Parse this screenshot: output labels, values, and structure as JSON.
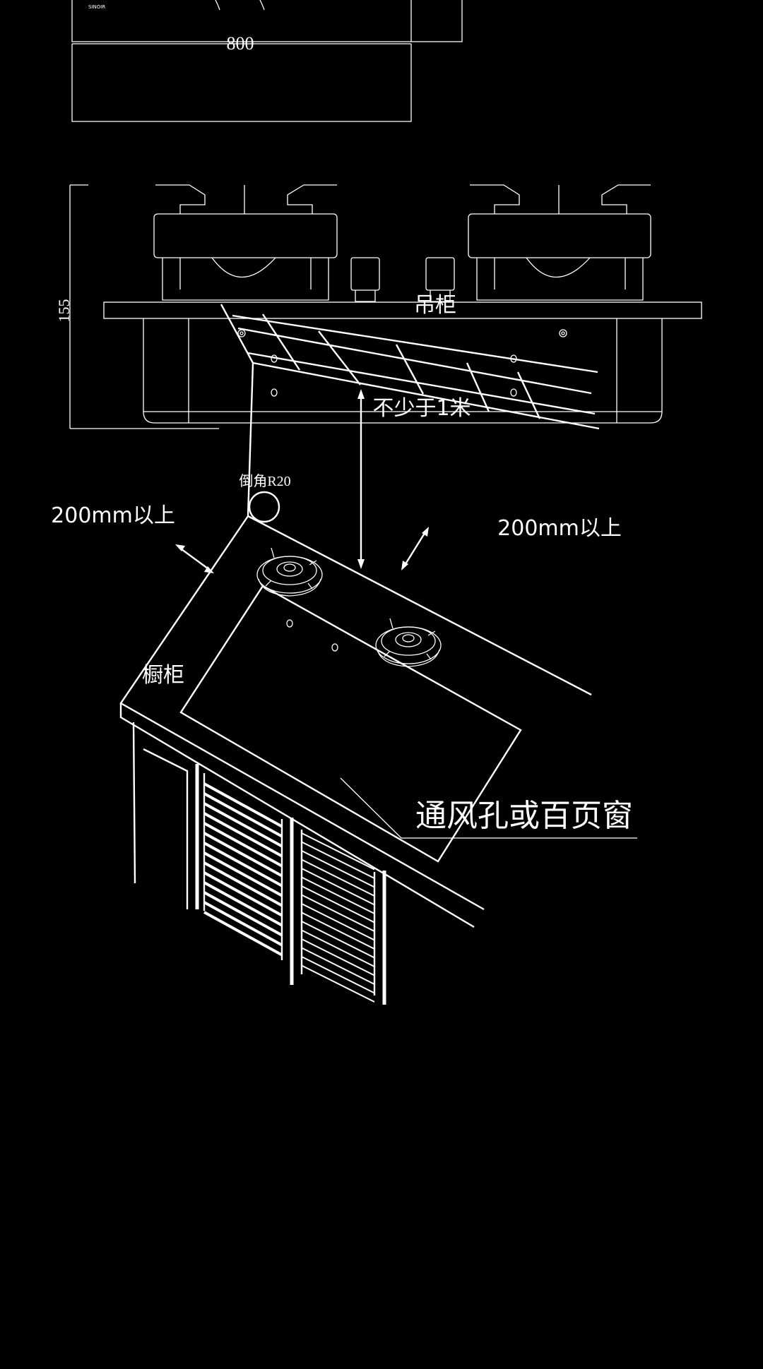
{
  "top_view": {
    "width_label": "800",
    "brand_mark": "SINOIR"
  },
  "side_view": {
    "height_label": "155"
  },
  "install_diagram": {
    "hanging_cabinet": "吊柜",
    "min_height": "不少于1米",
    "chamfer": "倒角R20",
    "left_clearance": "200mm以上",
    "back_clearance": "200mm以上",
    "cabinet": "橱柜",
    "vent": "通风孔或百页窗"
  },
  "colors": {
    "background": "#000000",
    "line": "#ffffff"
  }
}
